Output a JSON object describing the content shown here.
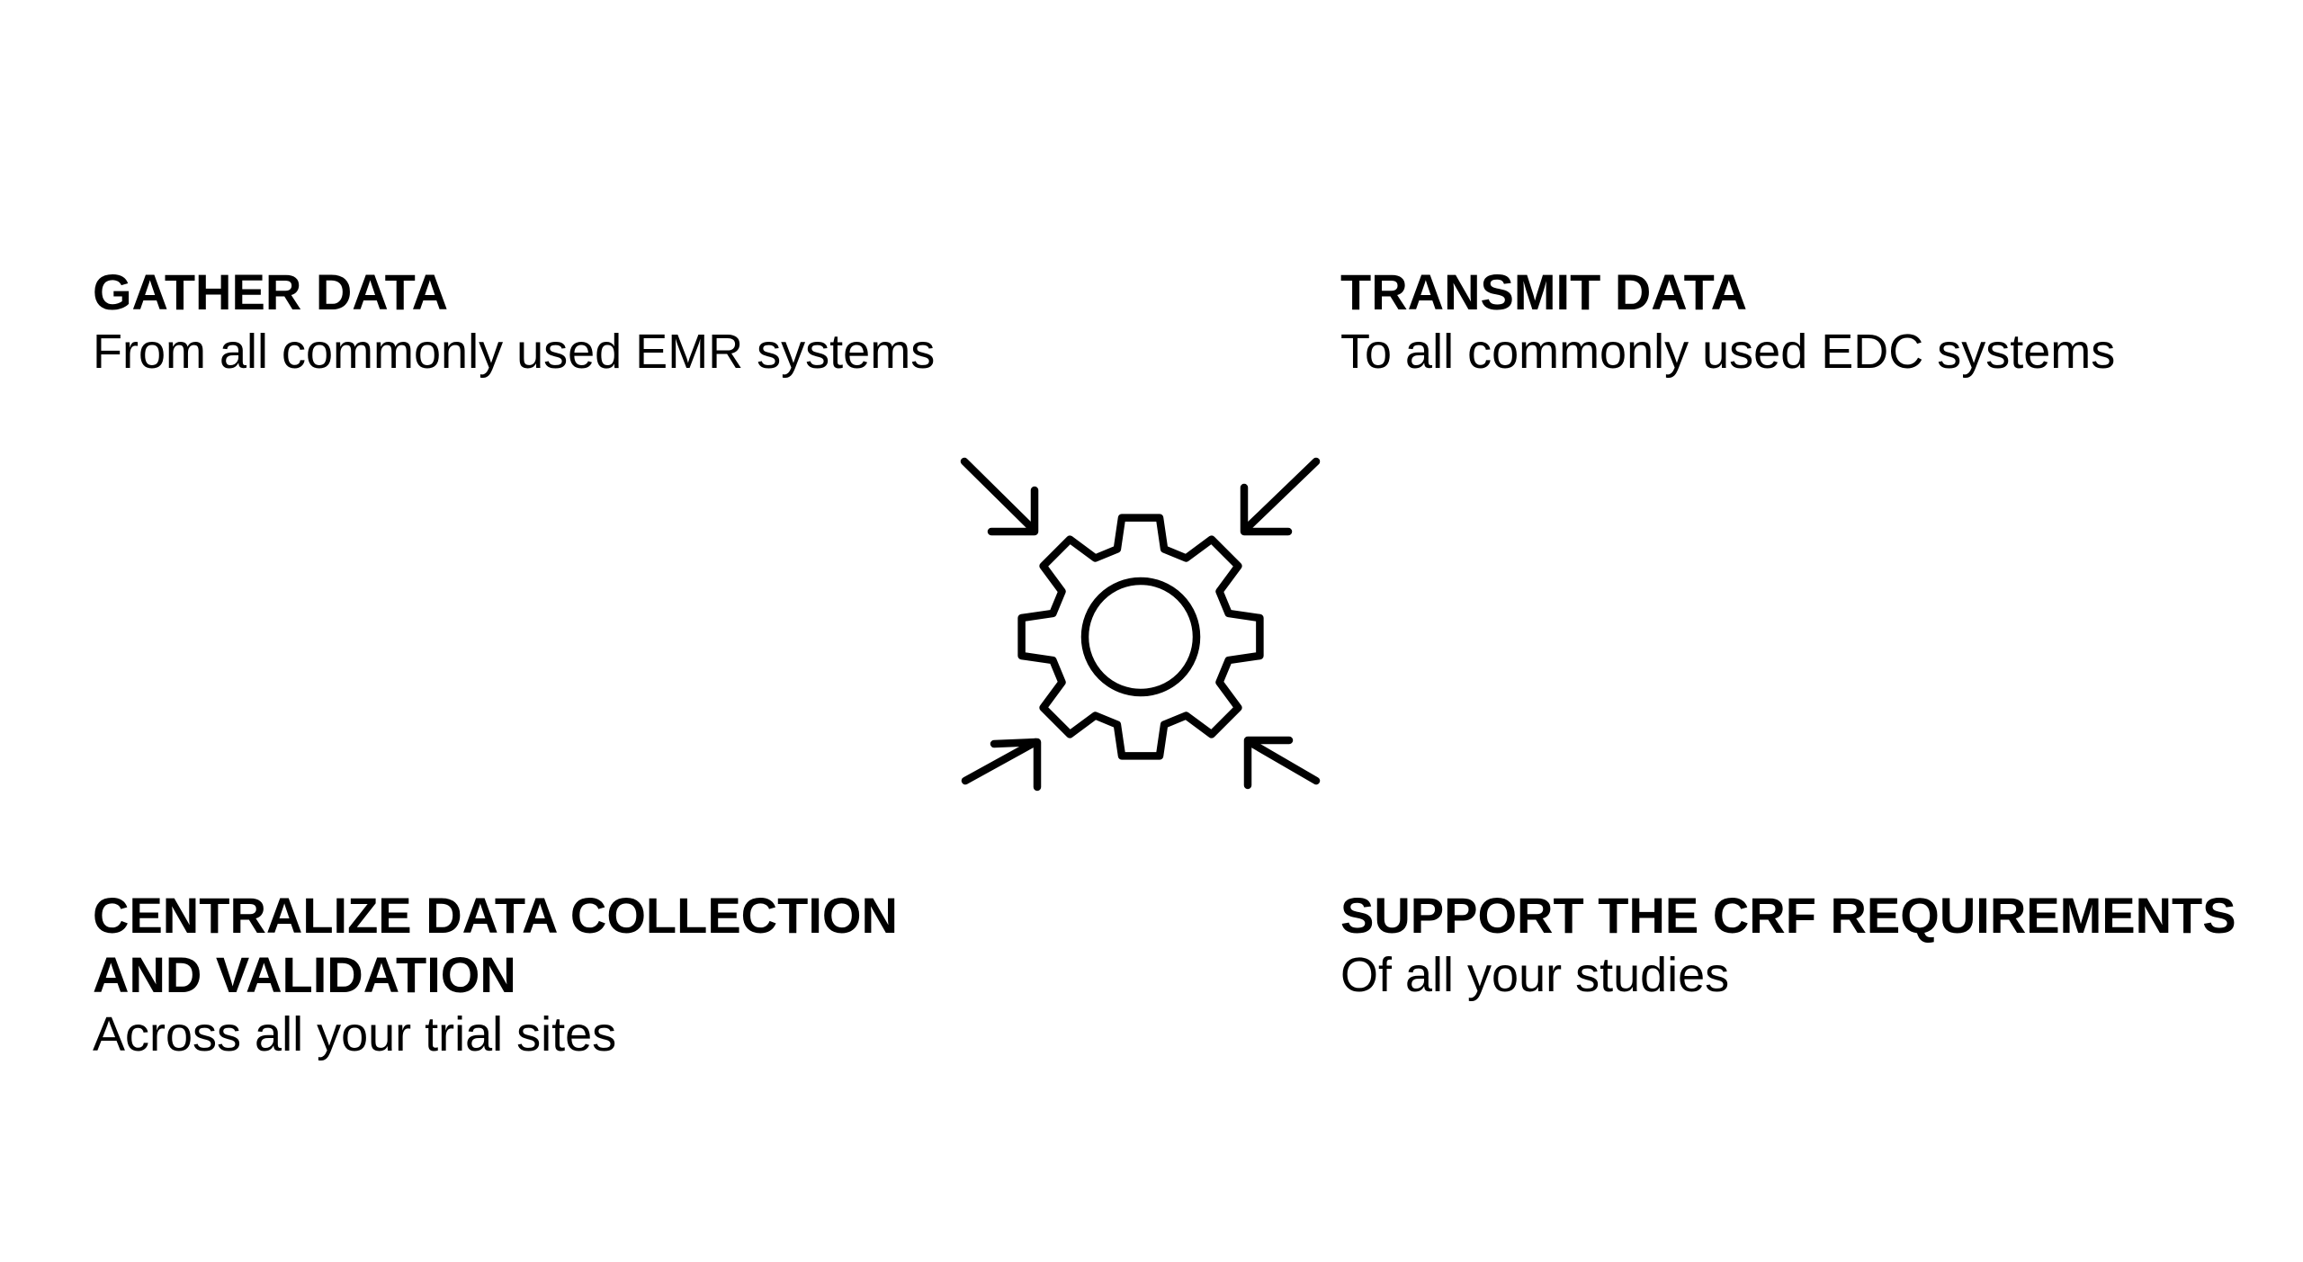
{
  "blocks": [
    {
      "heading": [
        "GATHER DATA"
      ],
      "sub": "From all commonly used EMR systems"
    },
    {
      "heading": [
        "TRANSMIT DATA"
      ],
      "sub": "To all commonly used EDC systems"
    },
    {
      "heading": [
        "CENTRALIZE DATA COLLECTION",
        "AND VALIDATION"
      ],
      "sub": "Across all your trial sites"
    },
    {
      "heading": [
        "SUPPORT THE CRF REQUIREMENTS"
      ],
      "sub": "Of all your studies"
    }
  ],
  "icon": "gear-with-inward-arrows-icon"
}
